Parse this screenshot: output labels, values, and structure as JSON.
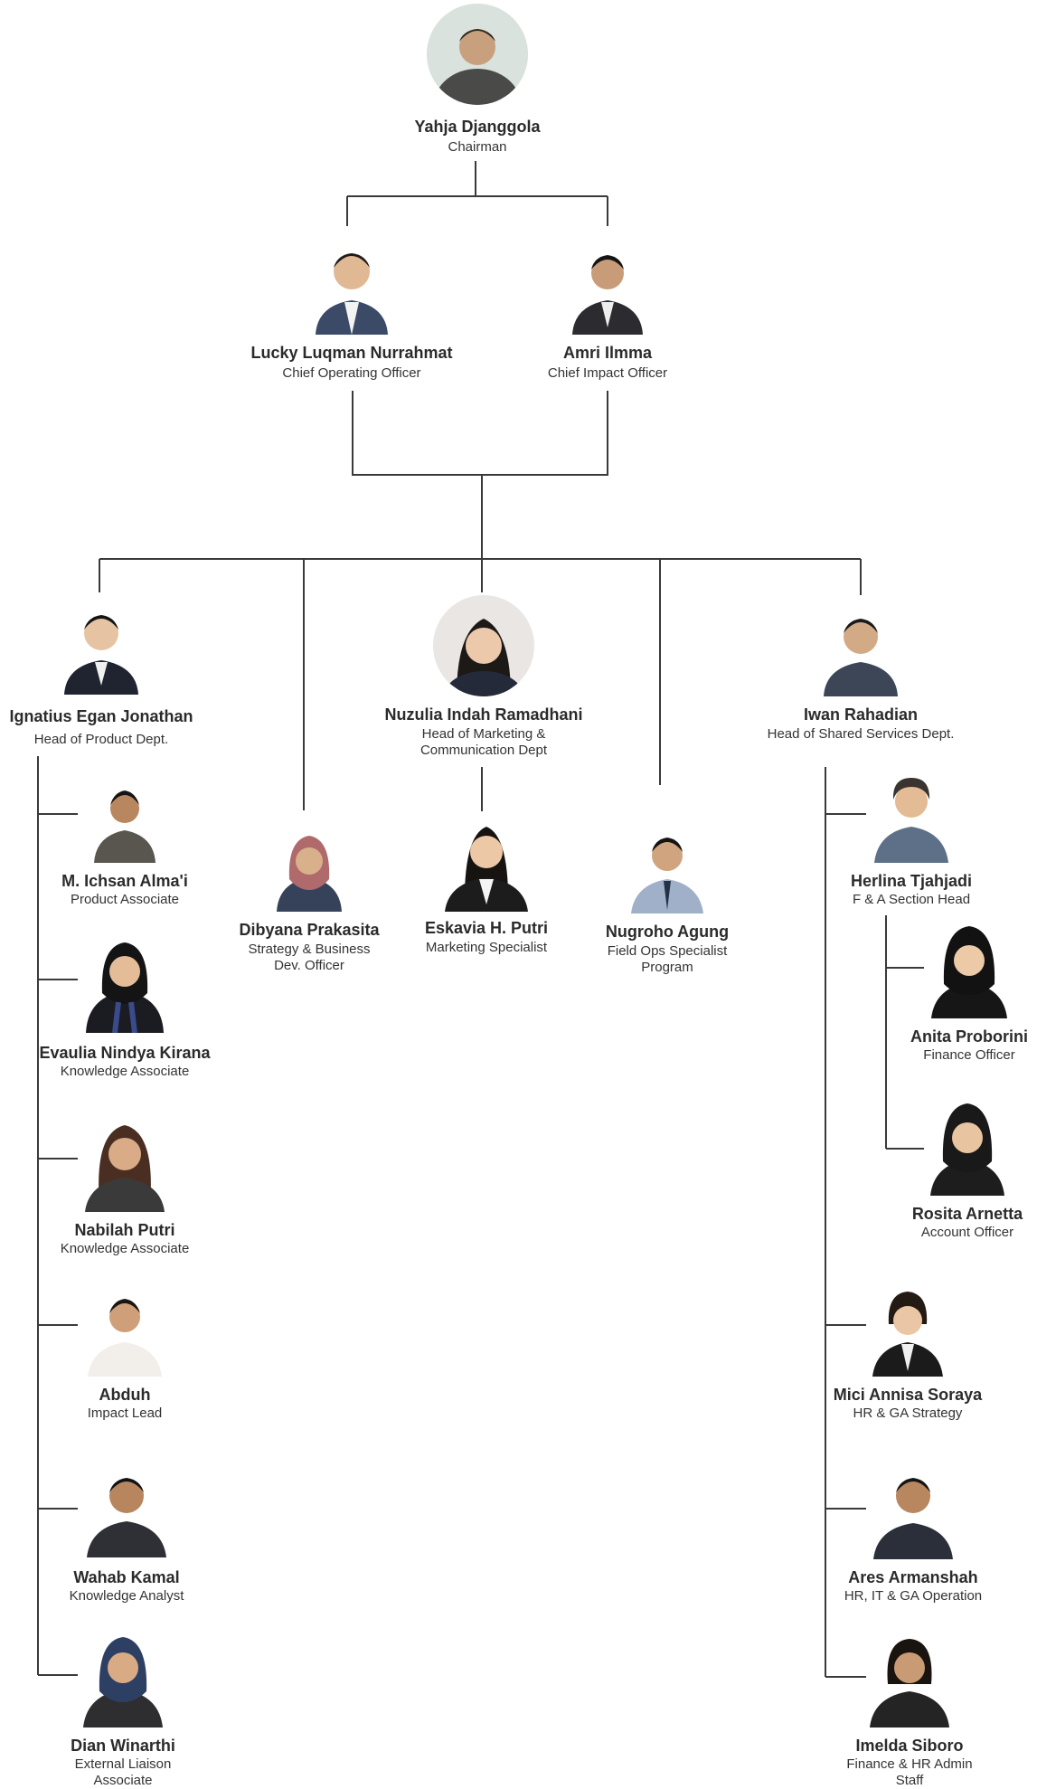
{
  "people": {
    "chairman": {
      "name": "Yahja Djanggola",
      "role": "Chairman"
    },
    "coo": {
      "name": "Lucky Luqman Nurrahmat",
      "role": "Chief Operating Officer"
    },
    "cio": {
      "name": "Amri Ilmma",
      "role": "Chief Impact Officer"
    },
    "product_head": {
      "name": "Ignatius Egan Jonathan",
      "role": "Head of Product Dept."
    },
    "dibyana": {
      "name": "Dibyana Prakasita",
      "role": "Strategy & Business\nDev. Officer"
    },
    "marketing_head": {
      "name": "Nuzulia Indah Ramadhani",
      "role": "Head of Marketing &\nCommunication Dept"
    },
    "eskavia": {
      "name": "Eskavia H. Putri",
      "role": "Marketing Specialist"
    },
    "nugroho": {
      "name": "Nugroho Agung",
      "role": "Field Ops Specialist\nProgram"
    },
    "shared_head": {
      "name": "Iwan Rahadian",
      "role": "Head of Shared Services Dept."
    },
    "ichsan": {
      "name": "M. Ichsan Alma'i",
      "role": "Product Associate"
    },
    "evaulia": {
      "name": "Evaulia Nindya Kirana",
      "role": "Knowledge Associate"
    },
    "nabilah": {
      "name": "Nabilah Putri",
      "role": "Knowledge Associate"
    },
    "abduh": {
      "name": "Abduh",
      "role": "Impact Lead"
    },
    "wahab": {
      "name": "Wahab Kamal",
      "role": "Knowledge Analyst"
    },
    "dian": {
      "name": "Dian Winarthi",
      "role": "External Liaison\nAssociate"
    },
    "herlina": {
      "name": "Herlina Tjahjadi",
      "role": "F & A Section Head"
    },
    "anita": {
      "name": "Anita Proborini",
      "role": "Finance Officer"
    },
    "rosita": {
      "name": "Rosita Arnetta",
      "role": "Account Officer"
    },
    "mici": {
      "name": "Mici Annisa Soraya",
      "role": "HR & GA Strategy"
    },
    "ares": {
      "name": "Ares Armanshah",
      "role": "HR, IT & GA Operation"
    },
    "imelda": {
      "name": "Imelda Siboro",
      "role": "Finance & HR Admin\nStaff"
    }
  },
  "colors": {
    "line": "#3a3a3a",
    "text": "#2b2b2b"
  }
}
